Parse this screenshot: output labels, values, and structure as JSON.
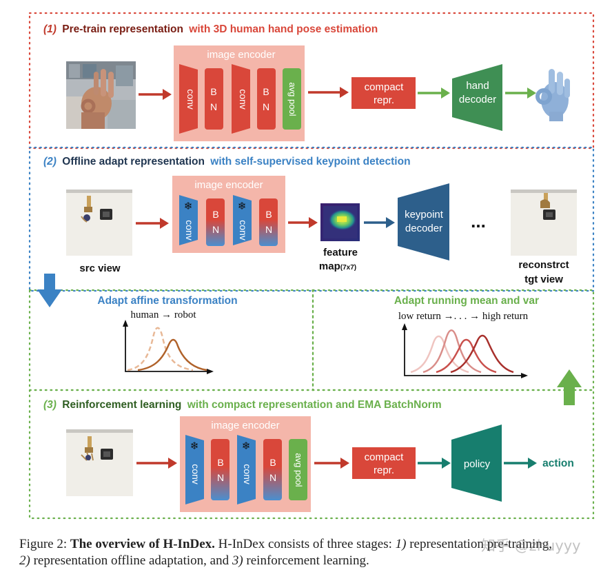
{
  "stage1": {
    "num": "(1)",
    "title_bold": "Pre-train representation",
    "title_rest": "with 3D human hand pose estimation",
    "encoder_title": "image encoder",
    "layers": [
      "conv",
      "B\nN",
      "conv",
      "B\nN",
      "avg pool"
    ],
    "compact": [
      "compact",
      "repr."
    ],
    "decoder": [
      "hand",
      "decoder"
    ]
  },
  "stage2": {
    "num": "(2)",
    "title_bold": "Offline adapt representation",
    "title_rest": "with self-supervised keypoint detection",
    "encoder_title": "image encoder",
    "layers": [
      "conv",
      "B\nN",
      "conv",
      "B\nN"
    ],
    "freeze_icon": "snowflake-icon",
    "src_label": "src view",
    "feature_label": [
      "feature",
      "map",
      "(7x7)"
    ],
    "decoder": [
      "keypoint",
      "decoder"
    ],
    "ellipsis": "...",
    "tgt_label": [
      "reconstrct",
      "tgt view"
    ]
  },
  "affine": {
    "title": "Adapt affine transformation",
    "subtitle": "human → robot"
  },
  "running": {
    "title": "Adapt running mean and var",
    "subtitle": "low return →. . . → high return"
  },
  "stage3": {
    "num": "(3)",
    "title_bold": "Reinforcement learning",
    "title_rest": "with compact representation and EMA BatchNorm",
    "encoder_title": "image encoder",
    "layers": [
      "conv",
      "B\nN",
      "conv",
      "B\nN",
      "avg pool"
    ],
    "compact": [
      "compact",
      "repr."
    ],
    "policy": "policy",
    "action": "action"
  },
  "caption": {
    "fig": "Figure 2:",
    "bold": "The overview of H-InDex.",
    "text1": "H-InDex consists of three stages:",
    "i1": "1)",
    "t1": "representation pre-training,",
    "i2": "2)",
    "t2": "representation offline adaptation, and",
    "i3": "3)",
    "t3": "reinforcement learning."
  },
  "watermark": "知乎 @zhuyyy",
  "colors": {
    "red": "#d9473a",
    "darkred": "#c0392b",
    "green": "#6ab04c",
    "blue": "#3b82c4",
    "navy": "#2d5f8b",
    "teal": "#177e6e",
    "encoder_bg": "#f4b6aa"
  }
}
